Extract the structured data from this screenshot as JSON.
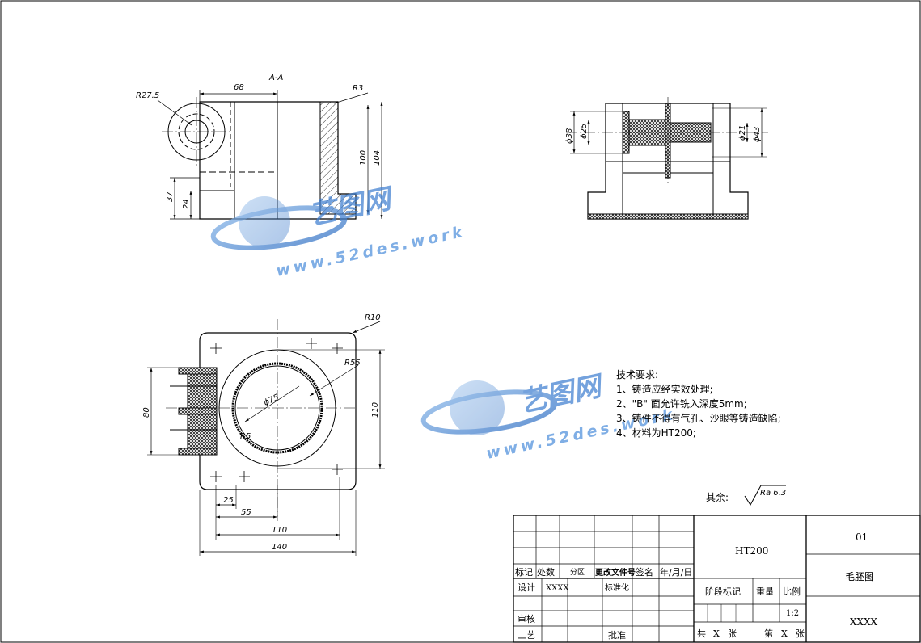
{
  "views": {
    "section_label": "A-A",
    "top_dims": {
      "r_left": "R27.5",
      "r_corner": "R3",
      "w68": "68",
      "h100": "100",
      "h104": "104",
      "h37": "37",
      "h24": "24"
    },
    "right_dims": {
      "d38": "ϕ38",
      "d25": "ϕ25",
      "d21": "ϕ21",
      "d43": "ϕ43"
    },
    "plan_dims": {
      "r10": "R10",
      "r55": "R55",
      "d75": "ϕ75",
      "r5": "R5",
      "w80": "80",
      "h110": "110",
      "d25": "25",
      "d55": "55",
      "w110": "110",
      "w140": "140"
    }
  },
  "watermark": {
    "brand": "艺图网",
    "url": "www.52des.work"
  },
  "notes": {
    "title": "技术要求:",
    "items": [
      "1、铸造应经实效处理;",
      "2、\"B\" 面允许铣入深度5mm;",
      "3、铸件不得有气孔、沙眼等铸造缺陷;",
      "4、材料为HT200;"
    ]
  },
  "roughness": {
    "label": "其余:",
    "value": "Ra 6.3"
  },
  "title_block": {
    "material": "HT200",
    "drawing_no": "01",
    "drawing_name": "毛胚图",
    "company": "XXXX",
    "h_mark": "标记",
    "h_count": "处数",
    "h_zone": "分区",
    "h_change": "更改文件号",
    "h_sign": "签名",
    "h_date": "年/月/日",
    "design": "设计",
    "design_val": "XXXX",
    "standard": "标准化",
    "review": "审核",
    "process": "工艺",
    "approve": "批准",
    "stage": "阶段标记",
    "weight": "重量",
    "scale": "比例",
    "scale_val": "1:2",
    "total": "共",
    "x1": "X",
    "sheet": "张",
    "no": "第",
    "x2": "X",
    "sheet2": "张"
  }
}
